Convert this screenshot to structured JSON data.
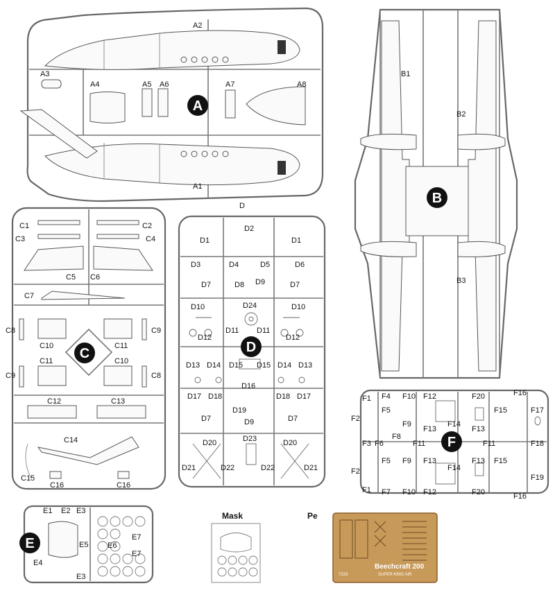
{
  "sprues": {
    "A": {
      "letter": "A",
      "parts": [
        "A1",
        "A2",
        "A3",
        "A4",
        "A5",
        "A6",
        "A7",
        "A8"
      ]
    },
    "B": {
      "letter": "B",
      "parts": [
        "B1",
        "B2",
        "B3"
      ]
    },
    "C": {
      "letter": "C",
      "parts": [
        "C1",
        "C2",
        "C3",
        "C4",
        "C5",
        "C6",
        "C7",
        "C8",
        "C9",
        "C10",
        "C11",
        "C11",
        "C10",
        "C9",
        "C8",
        "C12",
        "C13",
        "C14",
        "C15",
        "C16",
        "C16"
      ]
    },
    "D": {
      "letter": "D",
      "parts": [
        "D1",
        "D2",
        "D1",
        "D3",
        "D4",
        "D5",
        "D6",
        "D7",
        "D8",
        "D9",
        "D7",
        "D10",
        "D24",
        "D10",
        "D11",
        "D11",
        "D12",
        "D12",
        "D13",
        "D14",
        "D15",
        "D15",
        "D14",
        "D13",
        "D16",
        "D17",
        "D18",
        "D18",
        "D17",
        "D19",
        "D7",
        "D9",
        "D7",
        "D20",
        "D23",
        "D20",
        "D21",
        "D22",
        "D22",
        "D21"
      ]
    },
    "E": {
      "letter": "E",
      "parts": [
        "E1",
        "E2",
        "E3",
        "E4",
        "E5",
        "E6",
        "E7",
        "E7",
        "E3"
      ]
    },
    "F": {
      "letter": "F",
      "parts": [
        "F1",
        "F4",
        "F10",
        "F12",
        "F20",
        "F16",
        "F17",
        "F2",
        "F5",
        "F9",
        "F13",
        "F14",
        "F13",
        "F15",
        "F8",
        "F3",
        "F6",
        "F11",
        "F11",
        "F18",
        "F2",
        "F5",
        "F9",
        "F13",
        "F14",
        "F13",
        "F15",
        "F19",
        "F1",
        "F7",
        "F10",
        "F12",
        "F20",
        "F16"
      ]
    }
  },
  "stray_label": "D",
  "mask_title": "Mask",
  "pe_title": "Pe",
  "pe_fret": {
    "model": "Beechcraft 200",
    "subtitle": "SUPER KING AIR",
    "code": "7223"
  },
  "colors": {
    "frame": "#666666",
    "pe_gold": "#c89a5a",
    "pe_dark": "#8a5e2a",
    "badge": "#111111"
  }
}
